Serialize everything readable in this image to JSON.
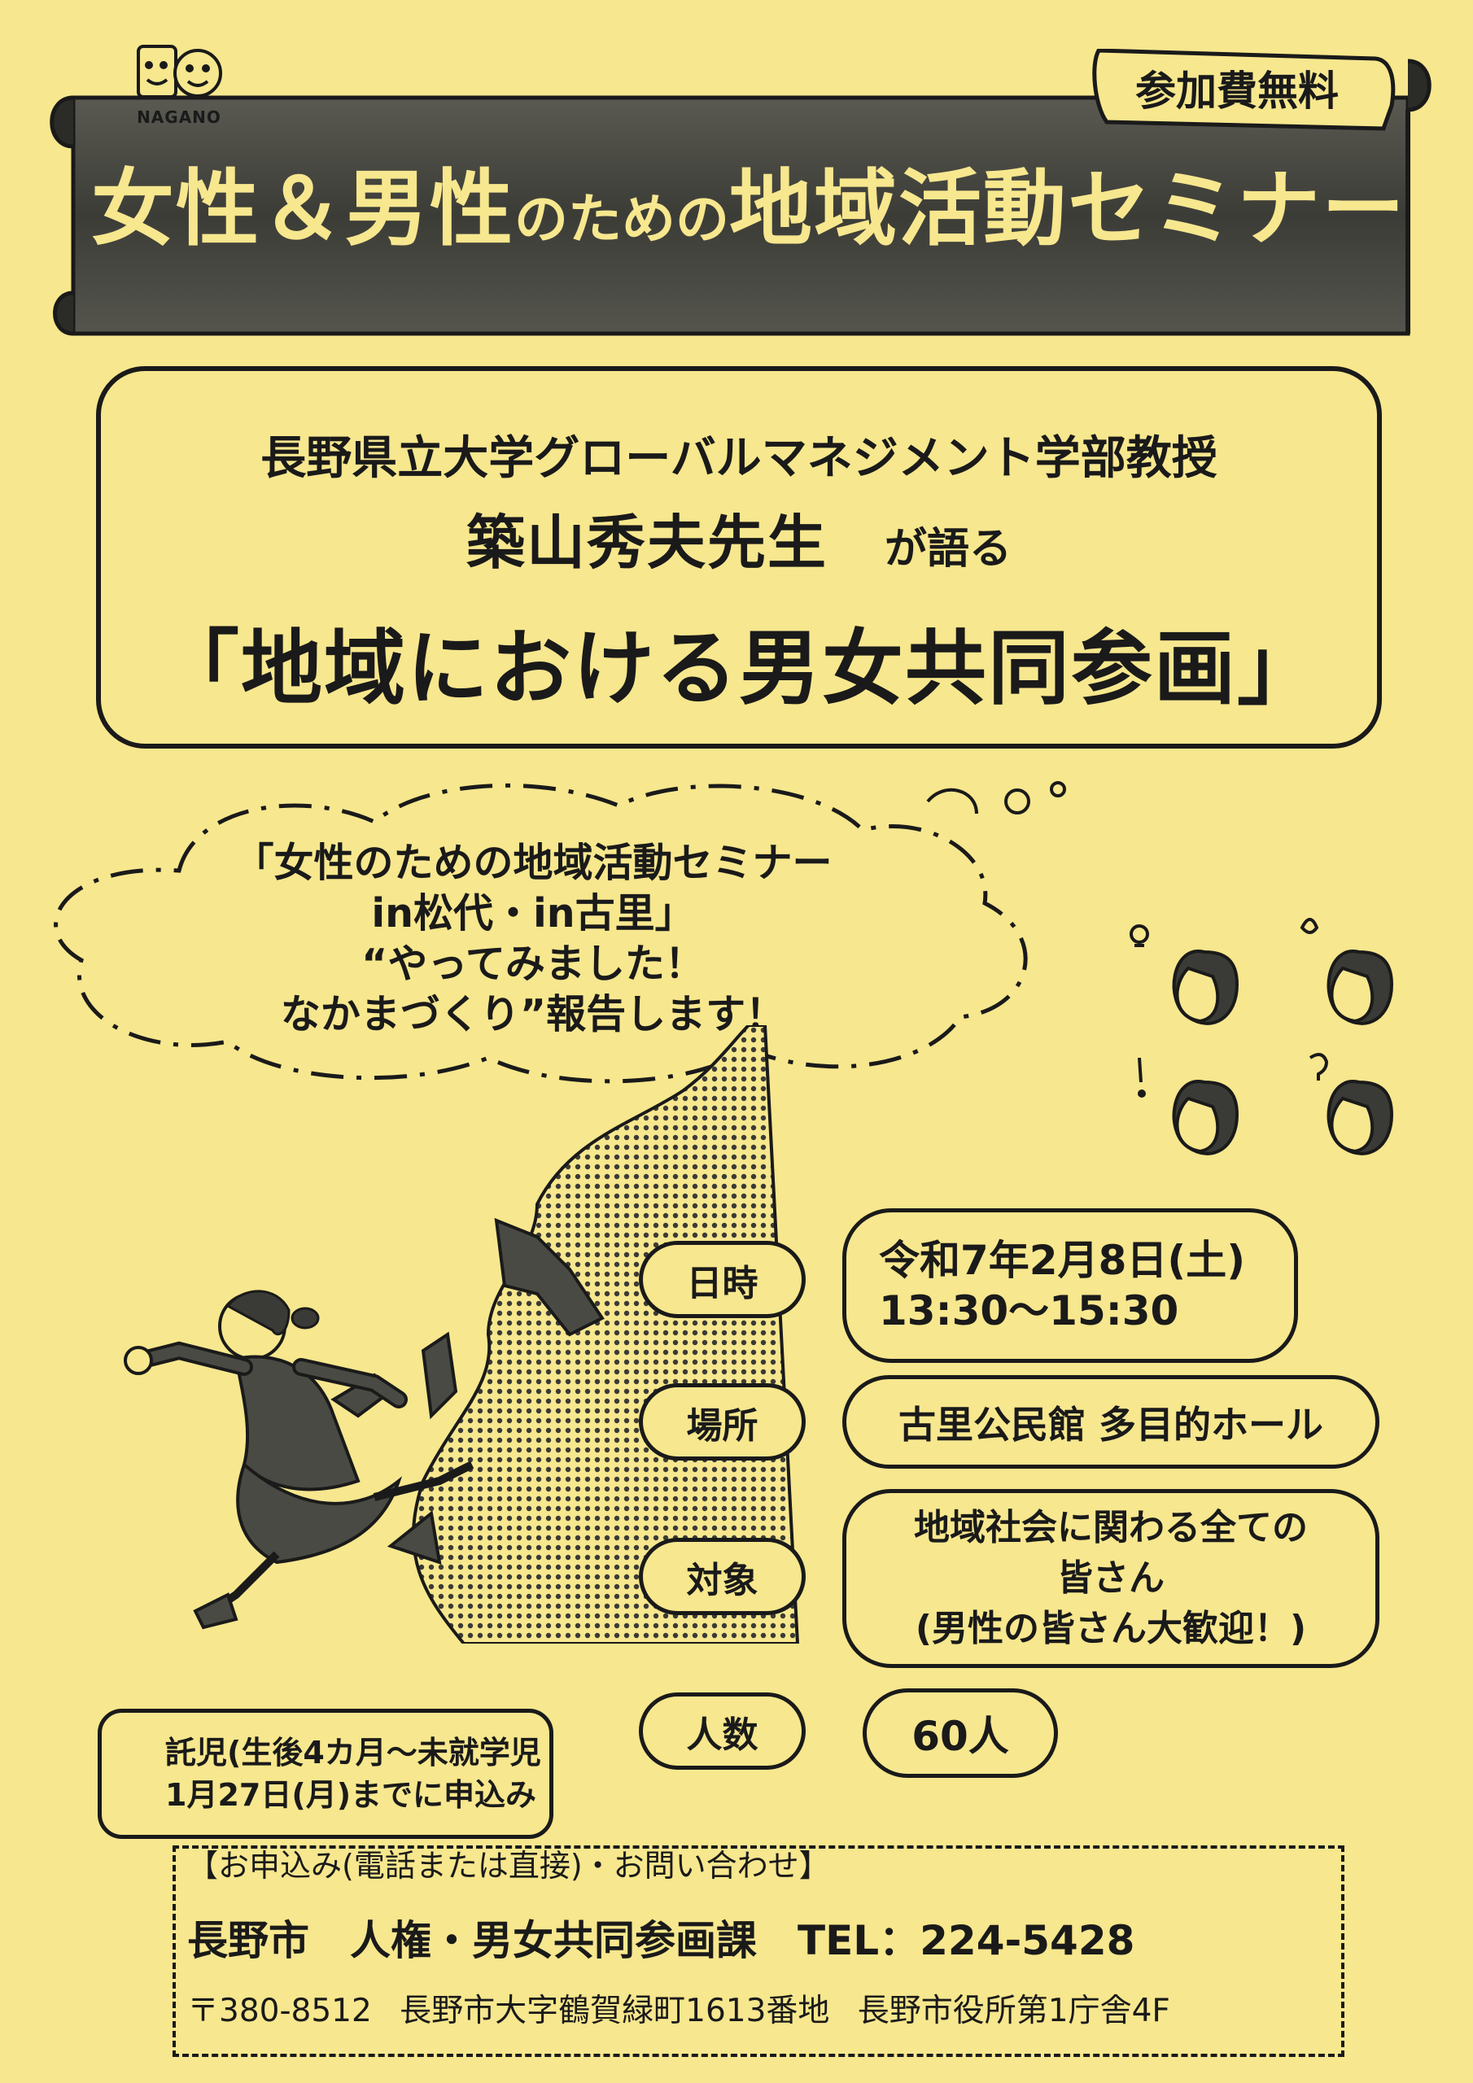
{
  "logo": {
    "text": "NAGANO"
  },
  "banner": {
    "free_tag": "参加費無料",
    "title_part1": "女性＆男性",
    "title_part2": "のための",
    "title_part3": "地域活動セミナー"
  },
  "lecture": {
    "org": "長野県立大学グローバルマネジメント学部教授",
    "name": "築山秀夫先生",
    "suffix": "が語る",
    "title": "「地域における男女共同参画」"
  },
  "cloud": {
    "line1": "「女性のための地域活動セミナー",
    "line2": "in松代・in古里」",
    "line3": "“やってみました！",
    "line4": "なかまづくり”報告します！"
  },
  "info": {
    "datetime_label": "日時",
    "datetime_line1": "令和7年2月8日(土)",
    "datetime_line2": "13:30〜15:30",
    "place_label": "場所",
    "place_value": "古里公民館 多目的ホール",
    "target_label": "対象",
    "target_line1": "地域社会に関わる全ての",
    "target_line2": "皆さん",
    "target_line3": "(男性の皆さん大歓迎！)",
    "count_label": "人数",
    "count_value": "60人"
  },
  "childcare": {
    "line1": "託児(生後4カ月〜未就学児",
    "line2": "1月27日(月)までに申込み"
  },
  "contact": {
    "heading": "【お申込み(電話または直接)・お問い合わせ】",
    "department": "長野市　人権・男女共同参画課",
    "tel": "TEL：224-5428",
    "address": "〒380-8512 長野市大字鶴賀緑町1613番地 長野市役所第1庁舎4F"
  },
  "colors": {
    "background": "#f7e78e",
    "banner": "#4a4a44",
    "ink": "#1a1a1a"
  }
}
